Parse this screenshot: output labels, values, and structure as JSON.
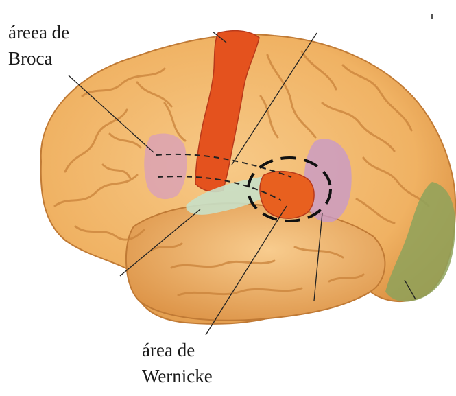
{
  "labels": {
    "broca": {
      "line1": "áreea de",
      "line2": "Broca"
    },
    "wernicke": {
      "line1": "área de",
      "line2": "Wernicke"
    }
  },
  "colors": {
    "background": "#ffffff",
    "brain_base": "#f2b86a",
    "brain_shadow": "#c9823a",
    "motor_cortex": "#e4521e",
    "wernicke_area": "#e8601f",
    "broca_area": "#d9a0b8",
    "angular_gyrus": "#c89ac8",
    "auditory_cortex": "#c8e0c8",
    "visual_cortex": "#8ea25a",
    "pointer_line": "#222222",
    "highlight_circle": "#111111"
  }
}
